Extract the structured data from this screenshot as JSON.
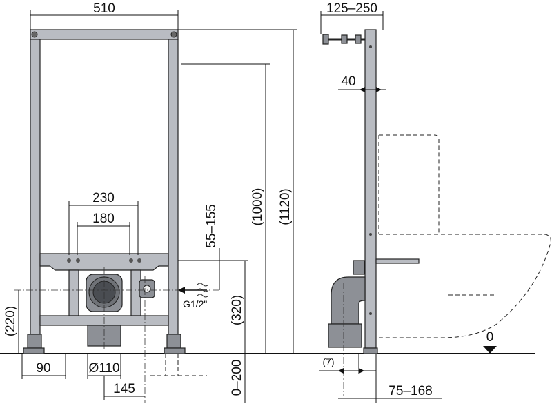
{
  "front_view": {
    "width_label": "510",
    "height_total_label": "(1120)",
    "height_upper_label": "(1000)",
    "bracket_outer_label": "230",
    "bracket_inner_label": "180",
    "inlet_height_label": "55–155",
    "water_connection_label": "G1/2\"",
    "drain_height_label": "(320)",
    "feet_height_label": "(220)",
    "feet_adjust_label": "0–200",
    "foot_offset_label": "90",
    "drain_diameter_label": "Ø110",
    "drain_offset_label": "145"
  },
  "side_view": {
    "anchor_depth_label": "125–250",
    "frame_depth_label": "40",
    "floor_level_label": "0",
    "pipe_offset_label": "(7)",
    "drain_depth_label": "75–168"
  }
}
